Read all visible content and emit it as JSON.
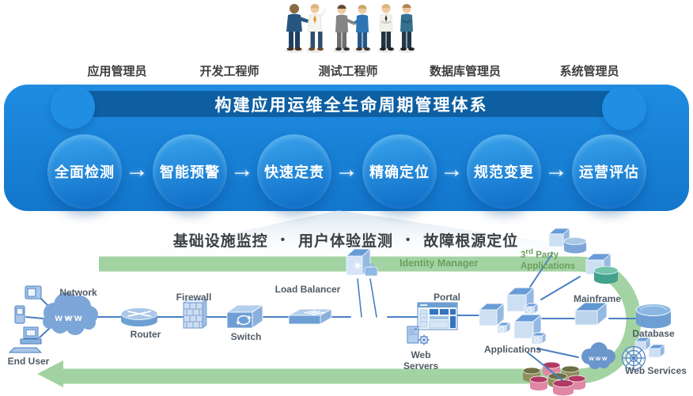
{
  "roles": {
    "items": [
      "应用管理员",
      "开发工程师",
      "测试工程师",
      "数据库管理员",
      "系统管理员"
    ]
  },
  "banner": {
    "title": "构建应用运维全生命周期管理体系",
    "arrow": "→",
    "steps": [
      "全面检测",
      "智能预警",
      "快速定责",
      "精确定位",
      "规范变更",
      "运营评估"
    ]
  },
  "monitoring": {
    "separator": "•",
    "items": [
      "基础设施监控",
      "用户体验监测",
      "故障根源定位"
    ]
  },
  "colors": {
    "banner_blue": "#1e8ce1",
    "title_band_blue": "#0e5fa2",
    "green_flow": "#9bcf9b",
    "connector_blue": "#4a7fc1",
    "green_label": "#6d9e5f"
  },
  "diagram": {
    "cloud_text": "www",
    "small_cloud_text": "www",
    "labels": {
      "end_user": "End User",
      "network": "Network",
      "router": "Router",
      "firewall": "Firewall",
      "switch": "Switch",
      "load_balancer": "Load Balancer",
      "identity_manager": "Identity Manager",
      "portal": "Portal",
      "web_servers": "Web Servers",
      "applications": "Applications",
      "third_party_num": "3",
      "third_party_sup": "rd",
      "third_party_rest": " Party",
      "third_party_line2": "Applications",
      "mainframe": "Mainframe",
      "database": "Database",
      "web_services": "Web Services"
    }
  }
}
